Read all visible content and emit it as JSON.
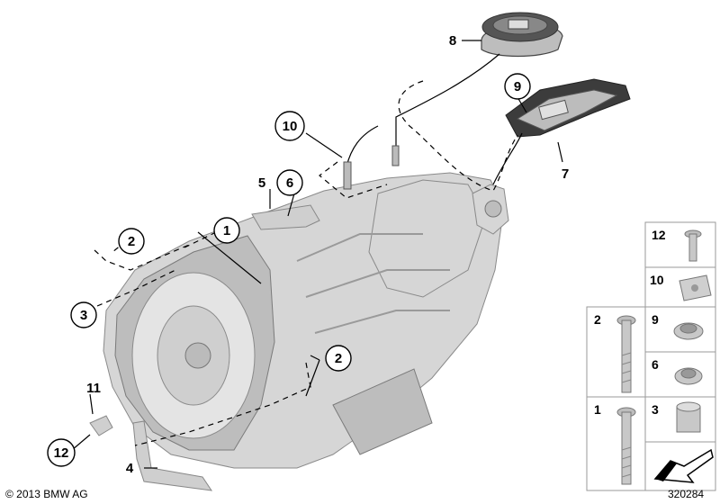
{
  "callouts": {
    "c1": "1",
    "c2a": "2",
    "c2b": "2",
    "c3": "3",
    "c4": "4",
    "c5": "5",
    "c6": "6",
    "c7": "7",
    "c8": "8",
    "c9": "9",
    "c10": "10",
    "c11": "11",
    "c12": "12"
  },
  "legend": {
    "r12": "12",
    "r10": "10",
    "r2": "2",
    "r9": "9",
    "r6": "6",
    "r1": "1",
    "r3": "3"
  },
  "footer": {
    "copyright": "© 2013 BMW AG",
    "diagram_number": "320284"
  }
}
